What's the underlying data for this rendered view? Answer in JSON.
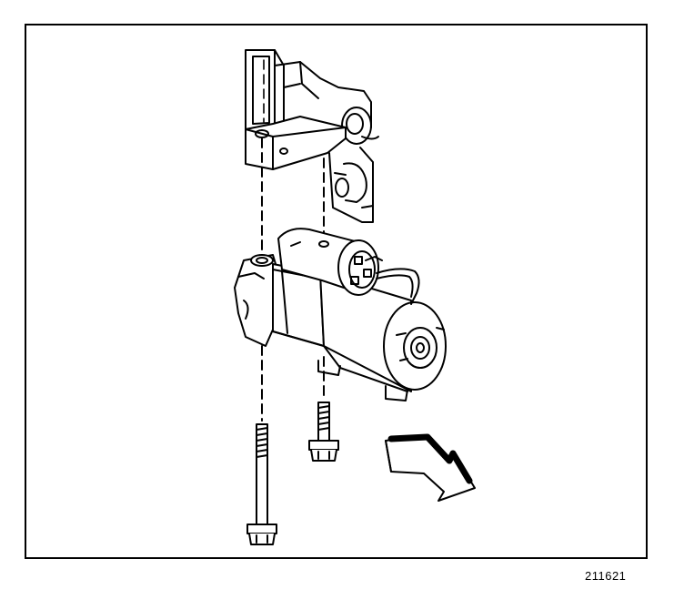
{
  "figure": {
    "number": "211621"
  },
  "colors": {
    "line": "#000000",
    "background": "#ffffff"
  },
  "parts": [
    "mounting-bracket",
    "starter-motor",
    "solenoid",
    "long-mounting-bolt",
    "short-mounting-bolt",
    "front-direction-arrow"
  ]
}
